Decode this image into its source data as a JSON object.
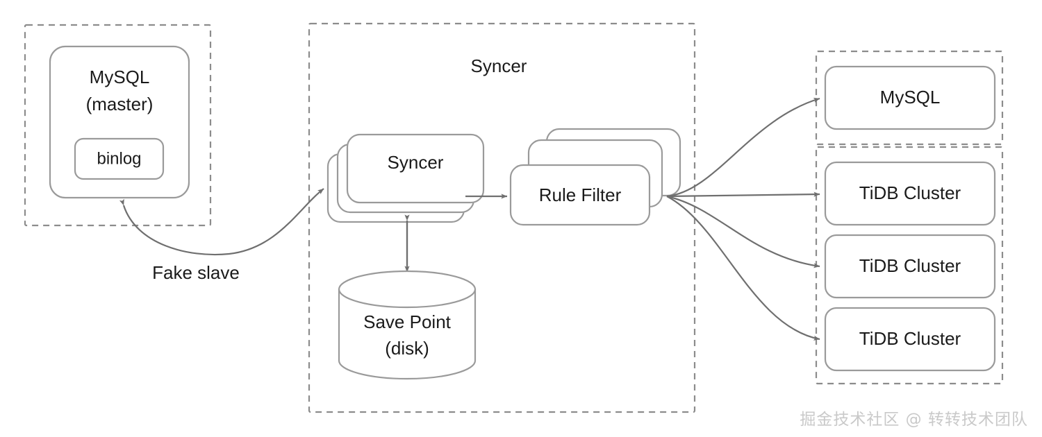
{
  "diagram": {
    "type": "architecture-flow",
    "title": "Syncer data replication architecture",
    "colors": {
      "background": "#ffffff",
      "card_stroke": "#9a9a9a",
      "card_fill": "#ffffff",
      "dashed_group_stroke": "#8c8c8c",
      "arrow_stroke": "#6f6f6f",
      "text": "#1a1a1a",
      "watermark": "#c9c9c9"
    },
    "groups": [
      {
        "id": "source-group",
        "label": ""
      },
      {
        "id": "syncer-group",
        "label": "Syncer"
      },
      {
        "id": "mysql-target-group",
        "label": ""
      },
      {
        "id": "tidb-target-group",
        "label": ""
      }
    ],
    "nodes": [
      {
        "id": "mysql-master",
        "label": "MySQL\n(master)",
        "line1": "MySQL",
        "line2": "(master)",
        "shape": "rounded-rect"
      },
      {
        "id": "binlog",
        "label": "binlog",
        "shape": "rounded-rect"
      },
      {
        "id": "syncer-stack",
        "label": "Syncer",
        "shape": "stacked-rect",
        "stack_count": 3
      },
      {
        "id": "rule-filter-stack",
        "label": "Rule Filter",
        "shape": "stacked-rect",
        "stack_count": 3
      },
      {
        "id": "save-point",
        "label": "Save Point\n(disk)",
        "line1": "Save Point",
        "line2": "(disk)",
        "shape": "cylinder"
      },
      {
        "id": "target-mysql",
        "label": "MySQL",
        "shape": "rounded-rect"
      },
      {
        "id": "target-tidb-1",
        "label": "TiDB Cluster",
        "shape": "rounded-rect"
      },
      {
        "id": "target-tidb-2",
        "label": "TiDB Cluster",
        "shape": "rounded-rect"
      },
      {
        "id": "target-tidb-3",
        "label": "TiDB Cluster",
        "shape": "rounded-rect"
      }
    ],
    "edges": [
      {
        "id": "fake-slave-edge",
        "from": "syncer-stack",
        "to": "mysql-master",
        "label": "Fake slave",
        "style": "curved",
        "arrows": "both"
      },
      {
        "id": "syncer-to-rule-filter",
        "from": "syncer-stack",
        "to": "rule-filter-stack",
        "label": "",
        "style": "straight",
        "arrows": "end"
      },
      {
        "id": "syncer-to-save-point",
        "from": "syncer-stack",
        "to": "save-point",
        "label": "",
        "style": "straight",
        "arrows": "both"
      },
      {
        "id": "rule-filter-to-mysql",
        "from": "rule-filter-stack",
        "to": "target-mysql",
        "label": "",
        "style": "curved",
        "arrows": "end"
      },
      {
        "id": "rule-filter-to-tidb-1",
        "from": "rule-filter-stack",
        "to": "target-tidb-1",
        "label": "",
        "style": "straight",
        "arrows": "end"
      },
      {
        "id": "rule-filter-to-tidb-2",
        "from": "rule-filter-stack",
        "to": "target-tidb-2",
        "label": "",
        "style": "curved",
        "arrows": "end"
      },
      {
        "id": "rule-filter-to-tidb-3",
        "from": "rule-filter-stack",
        "to": "target-tidb-3",
        "label": "",
        "style": "curved",
        "arrows": "end"
      }
    ],
    "labels": {
      "syncer_group_title": "Syncer",
      "fake_slave": "Fake slave",
      "mysql_master_line1": "MySQL",
      "mysql_master_line2": "(master)",
      "binlog": "binlog",
      "syncer_node": "Syncer",
      "rule_filter": "Rule Filter",
      "save_point_line1": "Save Point",
      "save_point_line2": "(disk)",
      "target_mysql": "MySQL",
      "target_tidb_1": "TiDB Cluster",
      "target_tidb_2": "TiDB Cluster",
      "target_tidb_3": "TiDB Cluster"
    },
    "watermark": "掘金技术社区 @ 转转技术团队"
  }
}
